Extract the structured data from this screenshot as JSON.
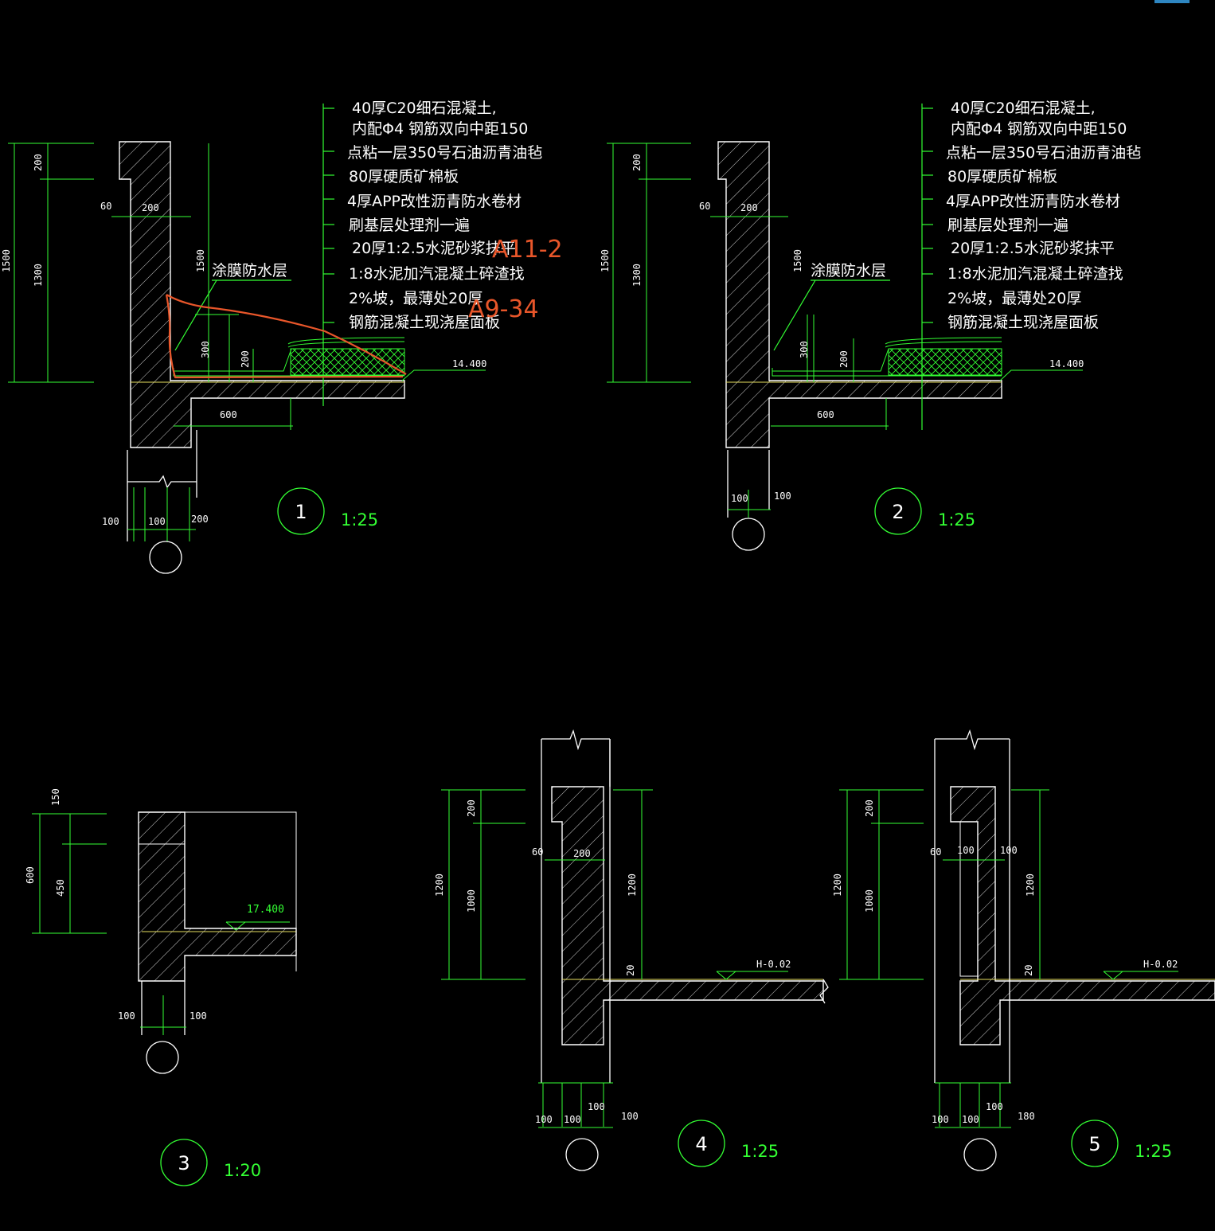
{
  "notes": [
    "40厚C20细石混凝土,",
    "内配Φ4 钢筋双向中距150",
    "点粘一层350号石油沥青油毡",
    "80厚硬质矿棉板",
    "4厚APP改性沥青防水卷材",
    "刷基层处理剂一遍",
    "20厚1:2.5水泥砂浆抹平",
    "1:8水泥加汽混凝土碎渣找",
    "2%坡，最薄处20厚",
    "钢筋混凝土现浇屋面板"
  ],
  "coating_label": "涂膜防水层",
  "annotations": {
    "a1": "A11-2",
    "a2": "A9-34"
  },
  "details": [
    {
      "number": "1",
      "scale": "1:25",
      "level": "14.400",
      "dims": [
        "200",
        "1300",
        "1500",
        "60",
        "200",
        "1500",
        "300",
        "200",
        "600",
        "100",
        "100",
        "200"
      ]
    },
    {
      "number": "2",
      "scale": "1:25",
      "level": "14.400",
      "dims": [
        "200",
        "1300",
        "1500",
        "60",
        "200",
        "1500",
        "300",
        "200",
        "600",
        "100",
        "100"
      ]
    },
    {
      "number": "3",
      "scale": "1:20",
      "level": "17.400",
      "dims": [
        "150",
        "600",
        "450",
        "100",
        "100"
      ]
    },
    {
      "number": "4",
      "scale": "1:25",
      "level": "H-0.02",
      "dims": [
        "200",
        "1200",
        "1000",
        "1200",
        "60",
        "200",
        "20",
        "100",
        "100",
        "100",
        "100"
      ]
    },
    {
      "number": "5",
      "scale": "1:25",
      "level": "H-0.02",
      "dims": [
        "200",
        "1200",
        "1000",
        "1200",
        "60",
        "100",
        "100",
        "20",
        "100",
        "100",
        "100",
        "180"
      ]
    }
  ]
}
